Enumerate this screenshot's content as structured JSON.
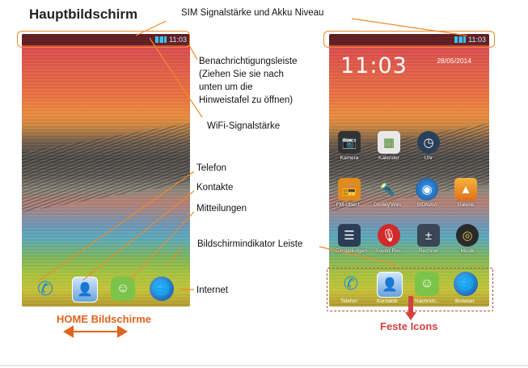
{
  "title": "Hauptbildschirm",
  "callouts": {
    "sim_akku": "SIM Signalstärke und Akku Niveau",
    "benachrichtigung": [
      "Benachrichtigungsleiste",
      "(Ziehen Sie sie nach",
      "unten um die",
      "Hinweistafel zu öffnen)"
    ],
    "wifi": "WiFi-Signalstärke",
    "telefon": "Telefon",
    "kontakte": "Kontakte",
    "mitteilungen": "Mitteilungen",
    "bildschirmindikator": "Bildschirmindikator Leiste",
    "internet": "Internet"
  },
  "home_label": "HOME Bildschirme",
  "feste_label": "Feste Icons",
  "left_phone": {
    "time": "11:03"
  },
  "right_phone": {
    "time_status": "11:03",
    "clock": "11:03",
    "date": "28/05/2014",
    "apps_row1": [
      "Kamera",
      "Kalender",
      "Uhr"
    ],
    "apps_row2": [
      "FM-Über.r..",
      "Disney'Wiin",
      "SIDNAVI",
      "Galerie"
    ],
    "apps_row3": [
      "Einstellungen",
      "Sound Rec..",
      "Rechner",
      "Musik"
    ],
    "dock": [
      "Telefon",
      "Kontakte",
      "Nachrich..",
      "Browser"
    ]
  },
  "colors": {
    "accent": "#f08a2a",
    "label_orange": "#e0641e",
    "fixed_box": "#b04848"
  }
}
